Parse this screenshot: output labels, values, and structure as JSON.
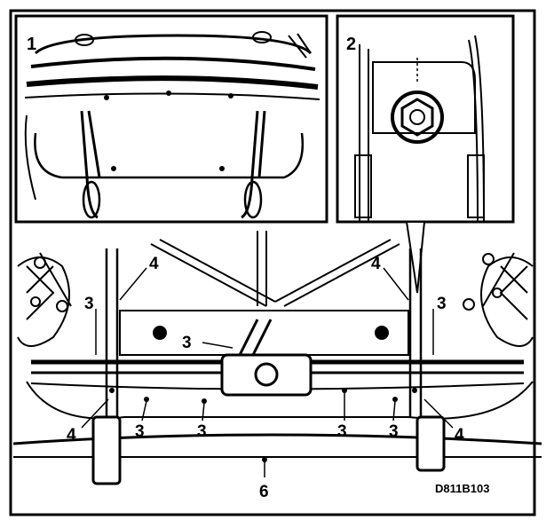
{
  "figure": {
    "code": "D811B103",
    "inset_labels": [
      "1",
      "2"
    ],
    "callouts": [
      "3",
      "4",
      "6"
    ],
    "colors": {
      "ink": "#000000",
      "paper": "#ffffff"
    }
  }
}
